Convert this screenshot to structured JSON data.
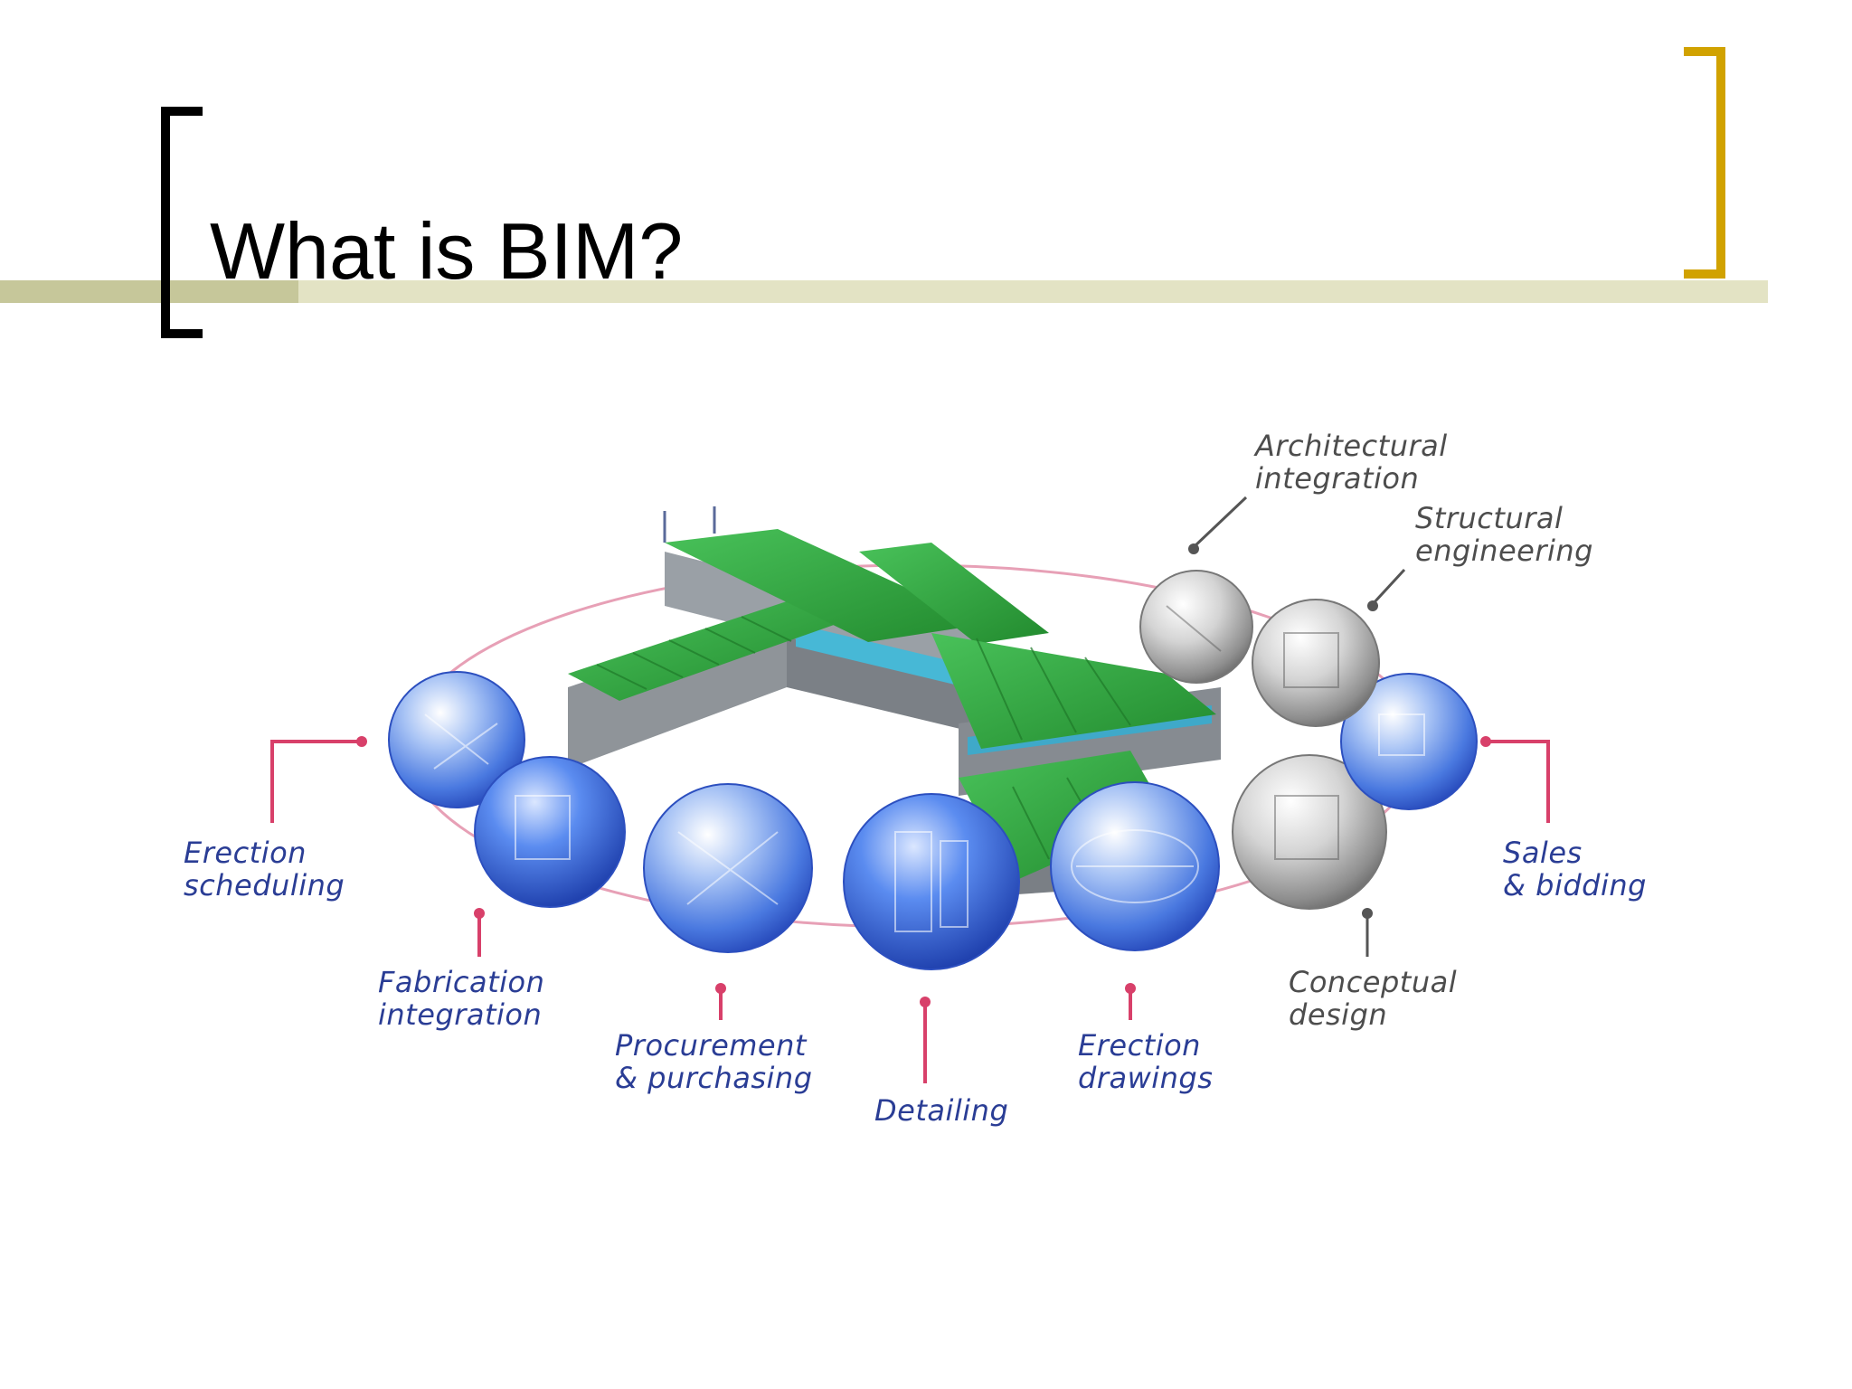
{
  "title": "What is BIM?",
  "colors": {
    "bar_dark": "#c6c79a",
    "bar_light": "#e3e3c4",
    "bracket_left": "#000000",
    "bracket_right": "#d1a200",
    "label_blue": "#2a3d95",
    "label_grey": "#4d4d4d",
    "connector_pink": "#d8406a",
    "sphere_blue": "#3d6fe0",
    "sphere_grey": "#9a9a9a",
    "roof_green": "#2e9e3a"
  },
  "labels": {
    "architectural_integration": [
      "Architectural",
      "integration"
    ],
    "structural_engineering": [
      "Structural",
      "engineering"
    ],
    "sales_bidding": [
      "Sales",
      "& bidding"
    ],
    "conceptual_design": [
      "Conceptual",
      "design"
    ],
    "erection_drawings": [
      "Erection",
      "drawings"
    ],
    "detailing": [
      "Detailing"
    ],
    "procurement_purchasing": [
      "Procurement",
      "& purchasing"
    ],
    "fabrication_integration": [
      "Fabrication",
      "integration"
    ],
    "erection_scheduling": [
      "Erection",
      "scheduling"
    ]
  }
}
